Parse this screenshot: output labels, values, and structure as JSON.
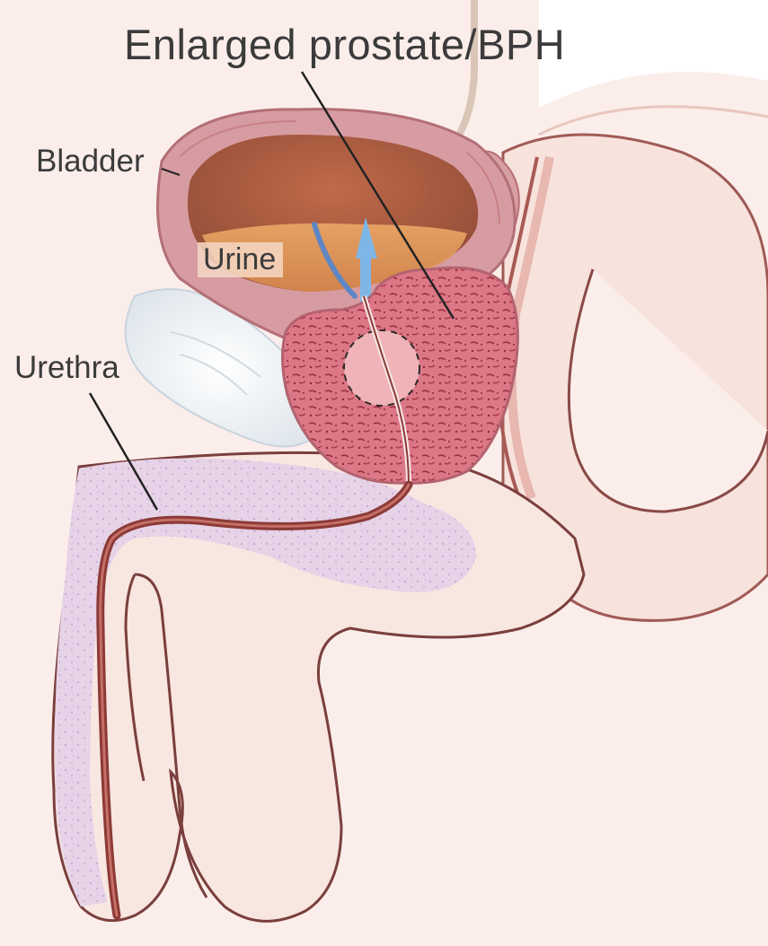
{
  "labels": {
    "title": "Enlarged prostate/BPH",
    "bladder": "Bladder",
    "urine": "Urine",
    "urethra": "Urethra"
  },
  "colors": {
    "background": "#ffffff",
    "skin": "#f7dcd6",
    "skin_outline": "#7a3f3c",
    "bladder_wall": "#d6949a",
    "bladder_interior": "#a85f45",
    "urine": "#e6a15e",
    "prostate": "#d8707e",
    "pubic_bone": "#eef2f5",
    "erectile_tissue": "#e4d1e6",
    "urethra": "#8c3a36",
    "urine_flow_arrow": "#6fa8dc",
    "label_text": "#3b3b3b",
    "leader_line": "#222222"
  }
}
